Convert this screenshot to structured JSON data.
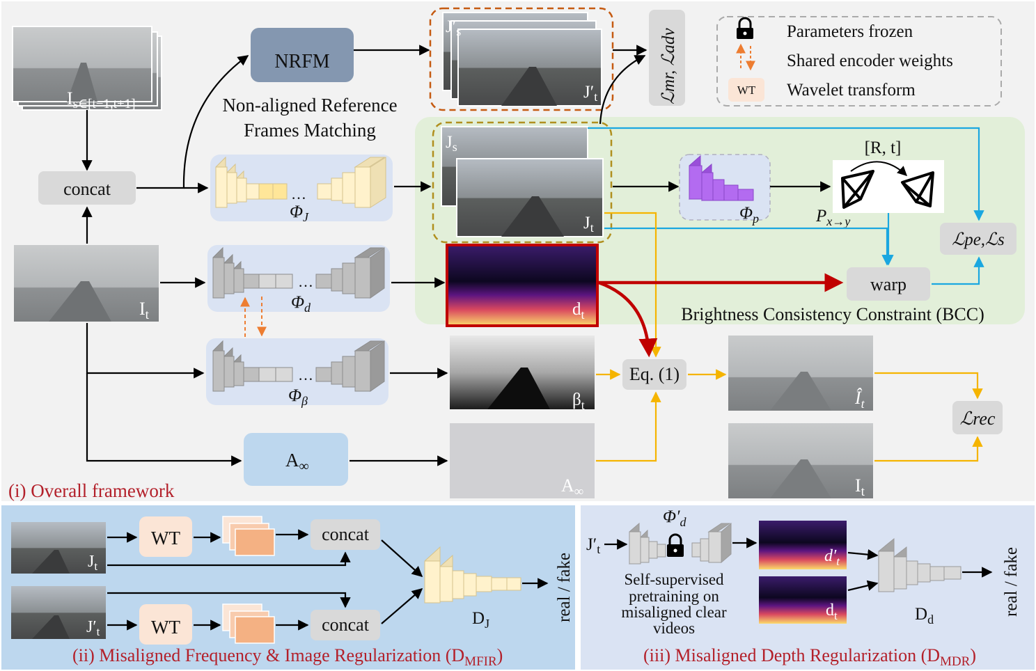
{
  "colors": {
    "main_bg": "#f2f2f2",
    "bcc_bg": "#e2efd9",
    "panel2_bg": "#bdd7ee",
    "panel3_bg": "#dae3f3",
    "arrow_black": "#000000",
    "arrow_blue": "#1aa7e0",
    "arrow_yellow": "#f5b400",
    "arrow_red": "#c00000",
    "arrow_orange": "#ed7d31",
    "caption_red": "#b3202a",
    "encoder_yellow": "#fff2cc",
    "encoder_gray": "#a6a6a6",
    "encoder_purple": "#b36bf0",
    "nrfm_box": "#8497b0",
    "a_box": "#bdd7ee",
    "wt_box": "#fbe5d6"
  },
  "legend": {
    "frozen": "Parameters frozen",
    "shared": "Shared encoder weights",
    "wt_badge": "WT",
    "wavelet": "Wavelet transform"
  },
  "panel1": {
    "caption": "(i) Overall framework",
    "input_frames_label": "I",
    "input_frames_sub": "s∈[t−1,t+1]",
    "input_current_label": "I",
    "input_current_sub": "t",
    "concat": "concat",
    "nrfm": "NRFM",
    "nrfm_desc_1": "Non-aligned Reference",
    "nrfm_desc_2": "Frames Matching",
    "loss_top": "ℒmr, ℒadv",
    "phi_j": "Φ",
    "phi_j_sub": "J",
    "phi_d": "Φ",
    "phi_d_sub": "d",
    "phi_beta": "Φ",
    "phi_beta_sub": "β",
    "phi_p": "Φ",
    "phi_p_sub": "p",
    "a_inf_box": "A",
    "a_inf_sub": "∞",
    "a_inf_map": "A",
    "a_inf_map_sub": "∞",
    "js_prime": "J′",
    "js_prime_sub": "s",
    "jt_prime": "J′",
    "jt_prime_sub": "t",
    "js": "J",
    "js_sub": "s",
    "jt": "J",
    "jt_sub": "t",
    "dt": "d",
    "dt_sub": "t",
    "beta_t": "β",
    "beta_t_sub": "t",
    "pose": "[R, t]",
    "proj": "P",
    "proj_sub": "x→y",
    "loss_pe": "ℒpe,ℒs",
    "warp": "warp",
    "bcc": "Brightness Consistency Constraint (BCC)",
    "eq": "Eq. (1)",
    "i_hat": "Î",
    "i_hat_sub": "t",
    "i_t_out": "I",
    "i_t_out_sub": "t",
    "loss_rec": "ℒrec",
    "dots": "…"
  },
  "panel2": {
    "caption": "(ii) Misaligned Frequency & Image Regularization  (D",
    "caption_sub": "MFIR",
    "caption_end": ")",
    "wt": "WT",
    "concat": "concat",
    "jt": "J",
    "jt_sub": "t",
    "jt_prime": "J′",
    "jt_prime_sub": "t",
    "dj": "D",
    "dj_sub": "J",
    "real_fake": "real / fake"
  },
  "panel3": {
    "caption": "(iii) Misaligned Depth Regularization (D",
    "caption_sub": "MDR",
    "caption_end": ")",
    "jt_prime": "J′",
    "jt_prime_sub": "t",
    "phi_d_prime": "Φ′",
    "phi_d_prime_sub": "d",
    "pretrain_1": "Self-supervised",
    "pretrain_2": "pretraining on",
    "pretrain_3": "misaligned clear",
    "pretrain_4": "videos",
    "dt_prime": "d′",
    "dt_prime_sub": "t",
    "dt": "d",
    "dt_sub": "t",
    "dd": "D",
    "dd_sub": "d",
    "real_fake": "real / fake"
  }
}
